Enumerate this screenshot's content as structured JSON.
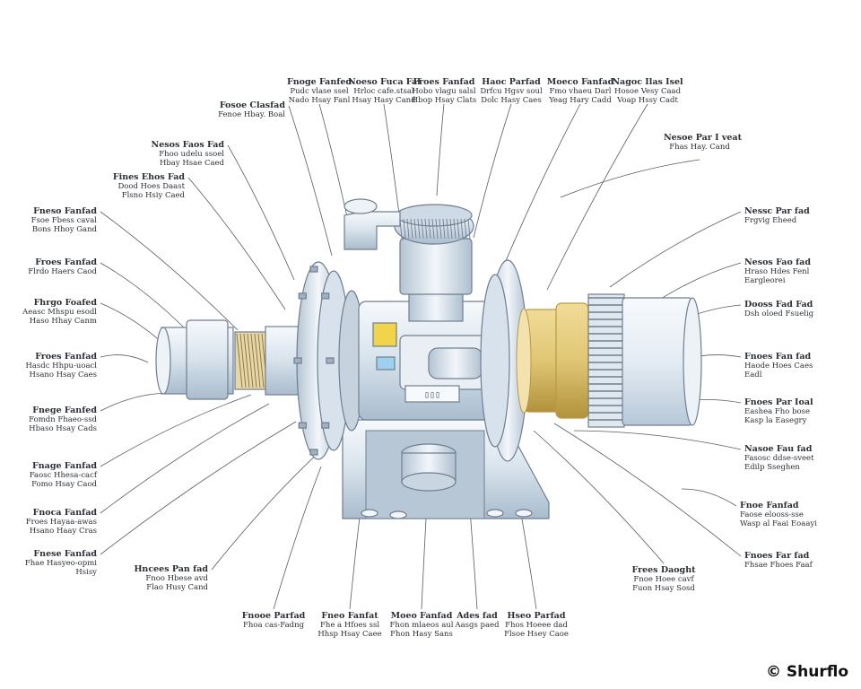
{
  "credit": "© Shurflo",
  "colors": {
    "body": "#e3ecf4",
    "shade": "#b7c7d6",
    "edge": "#6f7f90",
    "brass": "#e0c675",
    "brass_dark": "#b99a43",
    "leader": "#555b63"
  },
  "callouts": [
    {
      "title": "Fnoge Fanfed",
      "line1": "Pudc vlase ssel",
      "line2": "Nado Hsay Fanl"
    },
    {
      "title": "Noeso Fuca Faf",
      "line1": "Hrloc cafe.stsal",
      "line2": "Hsay Hasy Cand"
    },
    {
      "title": "Froes Fanfad",
      "line1": "Hobo vlagu salsl",
      "line2": "Hbop Hsay Clats"
    },
    {
      "title": "Haoc Parfad",
      "line1": "Drfcu Hgsv soul",
      "line2": "Dolc Hasy Caes"
    },
    {
      "title": "Moeco Fanfad",
      "line1": "Fmo vhaeu Darl",
      "line2": "Yeag Hary Cadd"
    },
    {
      "title": "Nagoc Ilas Isel",
      "line1": "Hosoe Vesy Caad",
      "line2": "Voap Hssy Cadt"
    },
    {
      "title": "Fosoe Clasfad",
      "line1": "Fenoe Hbay. Boal",
      "line2": ""
    },
    {
      "title": "Nesos Faos Fad",
      "line1": "Fhoo udelu ssoel",
      "line2": "Hbay Hsae Caed"
    },
    {
      "title": "Fines Ehos Fad",
      "line1": "Dood Hoes Daast",
      "line2": "Flsno Hsiy Caed"
    },
    {
      "title": "Fneso Fanfad",
      "line1": "Fsoe Fbess caval",
      "line2": "Bons Hhoy Gand"
    },
    {
      "title": "Froes Fanfad",
      "line1": "Flrdo Haers Caod",
      "line2": ""
    },
    {
      "title": "Fhrgo Foafed",
      "line1": "Aeasc Mhspu esodl",
      "line2": "Haso Hhay Canm"
    },
    {
      "title": "Froes Fanfad",
      "line1": "Hasdc Hhpu-uoacl",
      "line2": "Hsano Hsay Caes"
    },
    {
      "title": "Fnege Fanfed",
      "line1": "Fomdn Fhaeo-ssd",
      "line2": "Hbaso Hsay Cads"
    },
    {
      "title": "Fnage Fanfad",
      "line1": "Faosc Hhesa-cacf",
      "line2": "Fomo Hsay Caod"
    },
    {
      "title": "Fnoca Fanfad",
      "line1": "Froes Hayaa-awas",
      "line2": "Hsano Haay Cras"
    },
    {
      "title": "Fnese Fanfad",
      "line1": "Fhae Hasyeo-opmi",
      "line2": "Hsisy"
    },
    {
      "title": "Hncees Pan fad",
      "line1": "Fnoo Hbese avd",
      "line2": "Flao Husy Cand"
    },
    {
      "title": "Fnooe Parfad",
      "line1": "Fhoa cas-Fadng",
      "line2": ""
    },
    {
      "title": "Fneo Fanfat",
      "line1": "Fhe a Hfoes ssl",
      "line2": "Hhsp Hsay Caee"
    },
    {
      "title": "Moeo Fanfad",
      "line1": "Fhon mlaeos aul",
      "line2": "Fhon Hasy Sans"
    },
    {
      "title": "Ades fad",
      "line1": "Aasgs paed",
      "line2": ""
    },
    {
      "title": "Hseo Parfad",
      "line1": "Fhos Hoeee dad",
      "line2": "Flsoe Hsey Caoe"
    },
    {
      "title": "Frees Daoght",
      "line1": "Fnoe Hoee cavf",
      "line2": "Fuon Hsay Sosd"
    },
    {
      "title": "Nesoe Par I veat",
      "line1": "Fhas Hay. Cand",
      "line2": ""
    },
    {
      "title": "Nessc Par fad",
      "line1": "Frgvig Eheed",
      "line2": ""
    },
    {
      "title": "Nesos Fao fad",
      "line1": "Hraso Hdes Fenl",
      "line2": "Eargleorei"
    },
    {
      "title": "Dooss Fad Fad",
      "line1": "Dsh oloed Fsuelig",
      "line2": ""
    },
    {
      "title": "Fnoes Fan fad",
      "line1": "Haode Hoes Caes",
      "line2": "Eadl"
    },
    {
      "title": "Fnoes Par Ioal",
      "line1": "Eashea Fho bose",
      "line2": "Kasp la Easegry"
    },
    {
      "title": "Nasoe Fau fad",
      "line1": "Fasosc ddse-sveet",
      "line2": "Edilp Sseghen"
    },
    {
      "title": "Fnoe Fanfad",
      "line1": "Faose elooss-sse",
      "line2": "Wasp al Faai Eoaayi"
    },
    {
      "title": "Fnoes Far fad",
      "line1": "Fhsae Fhoes Faaf",
      "line2": ""
    }
  ]
}
